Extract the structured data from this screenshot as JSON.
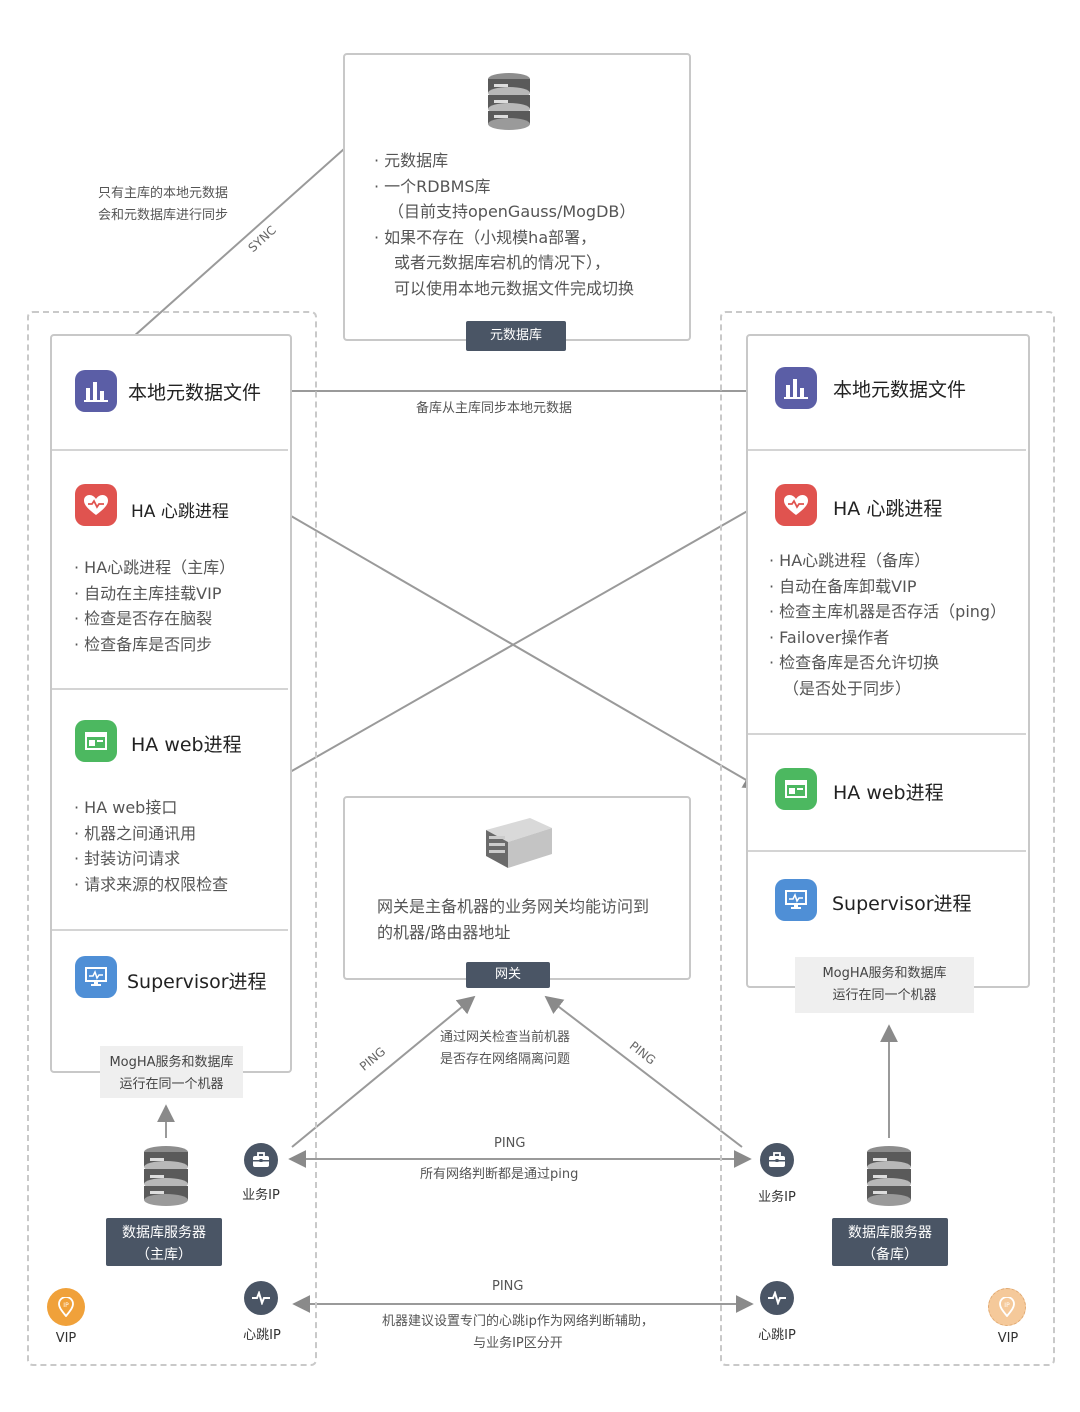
{
  "meta_db": {
    "lines": [
      "· 元数据库",
      "· 一个RDBMS库",
      "（目前支持openGauss/MogDB）",
      "· 如果不存在（小规模ha部署，",
      "或者元数据库宕机的情况下），",
      "可以使用本地元数据文件完成切换"
    ],
    "tag": "元数据库"
  },
  "sync": {
    "note_lines": [
      "只有主库的本地元数据",
      "会和元数据库进行同步"
    ],
    "label": "SYNC"
  },
  "left": {
    "local_meta_title": "本地元数据文件",
    "heartbeat_title": "HA 心跳进程",
    "heartbeat_bullets": [
      "HA心跳进程（主库）",
      "自动在主库挂载VIP",
      "检查是否存在脑裂",
      "检查备库是否同步"
    ],
    "web_title": "HA web进程",
    "web_bullets": [
      "HA web接口",
      "机器之间通讯用",
      "封装访问请求",
      "请求来源的权限检查"
    ],
    "supervisor_title": "Supervisor进程",
    "same_machine_lines": [
      "MogHA服务和数据库",
      "运行在同一个机器"
    ],
    "db_server_lines": [
      "数据库服务器",
      "（主库）"
    ],
    "biz_ip": "业务IP",
    "hb_ip": "心跳IP",
    "vip": "VIP"
  },
  "right": {
    "local_meta_title": "本地元数据文件",
    "heartbeat_title": "HA 心跳进程",
    "heartbeat_bullets": [
      "HA心跳进程（备库）",
      "自动在备库卸载VIP",
      "检查主库机器是否存活（ping）",
      "Failover操作者",
      "检查备库是否允许切换",
      "（是否处于同步）"
    ],
    "web_title": "HA web进程",
    "supervisor_title": "Supervisor进程",
    "same_machine_lines": [
      "MogHA服务和数据库",
      "运行在同一个机器"
    ],
    "db_server_lines": [
      "数据库服务器",
      "（备库）"
    ],
    "biz_ip": "业务IP",
    "hb_ip": "心跳IP",
    "vip": "VIP"
  },
  "center": {
    "sync_local_note": "备库从主库同步本地元数据",
    "gateway_desc_lines": [
      "网关是主备机器的业务网关均能访问到",
      "的机器/路由器地址"
    ],
    "gateway_tag": "网关",
    "ping_left": "PING",
    "ping_right": "PING",
    "gateway_check_lines": [
      "通过网关检查当前机器",
      "是否存在网络隔离问题"
    ],
    "biz_ping": "PING",
    "biz_ping_note": "所有网络判断都是通过ping",
    "hb_ping": "PING",
    "hb_ping_note_lines": [
      "机器建议设置专门的心跳ip作为网络判断辅助，",
      "与业务IP区分开"
    ]
  },
  "colors": {
    "icon_purple": "#5b5ea6",
    "icon_red": "#e0534f",
    "icon_green": "#4cb860",
    "icon_blue": "#4f8fd6",
    "tag_dark": "#4a5565",
    "vip_primary": "#f0a13a",
    "vip_standby": "#f5c99a"
  }
}
